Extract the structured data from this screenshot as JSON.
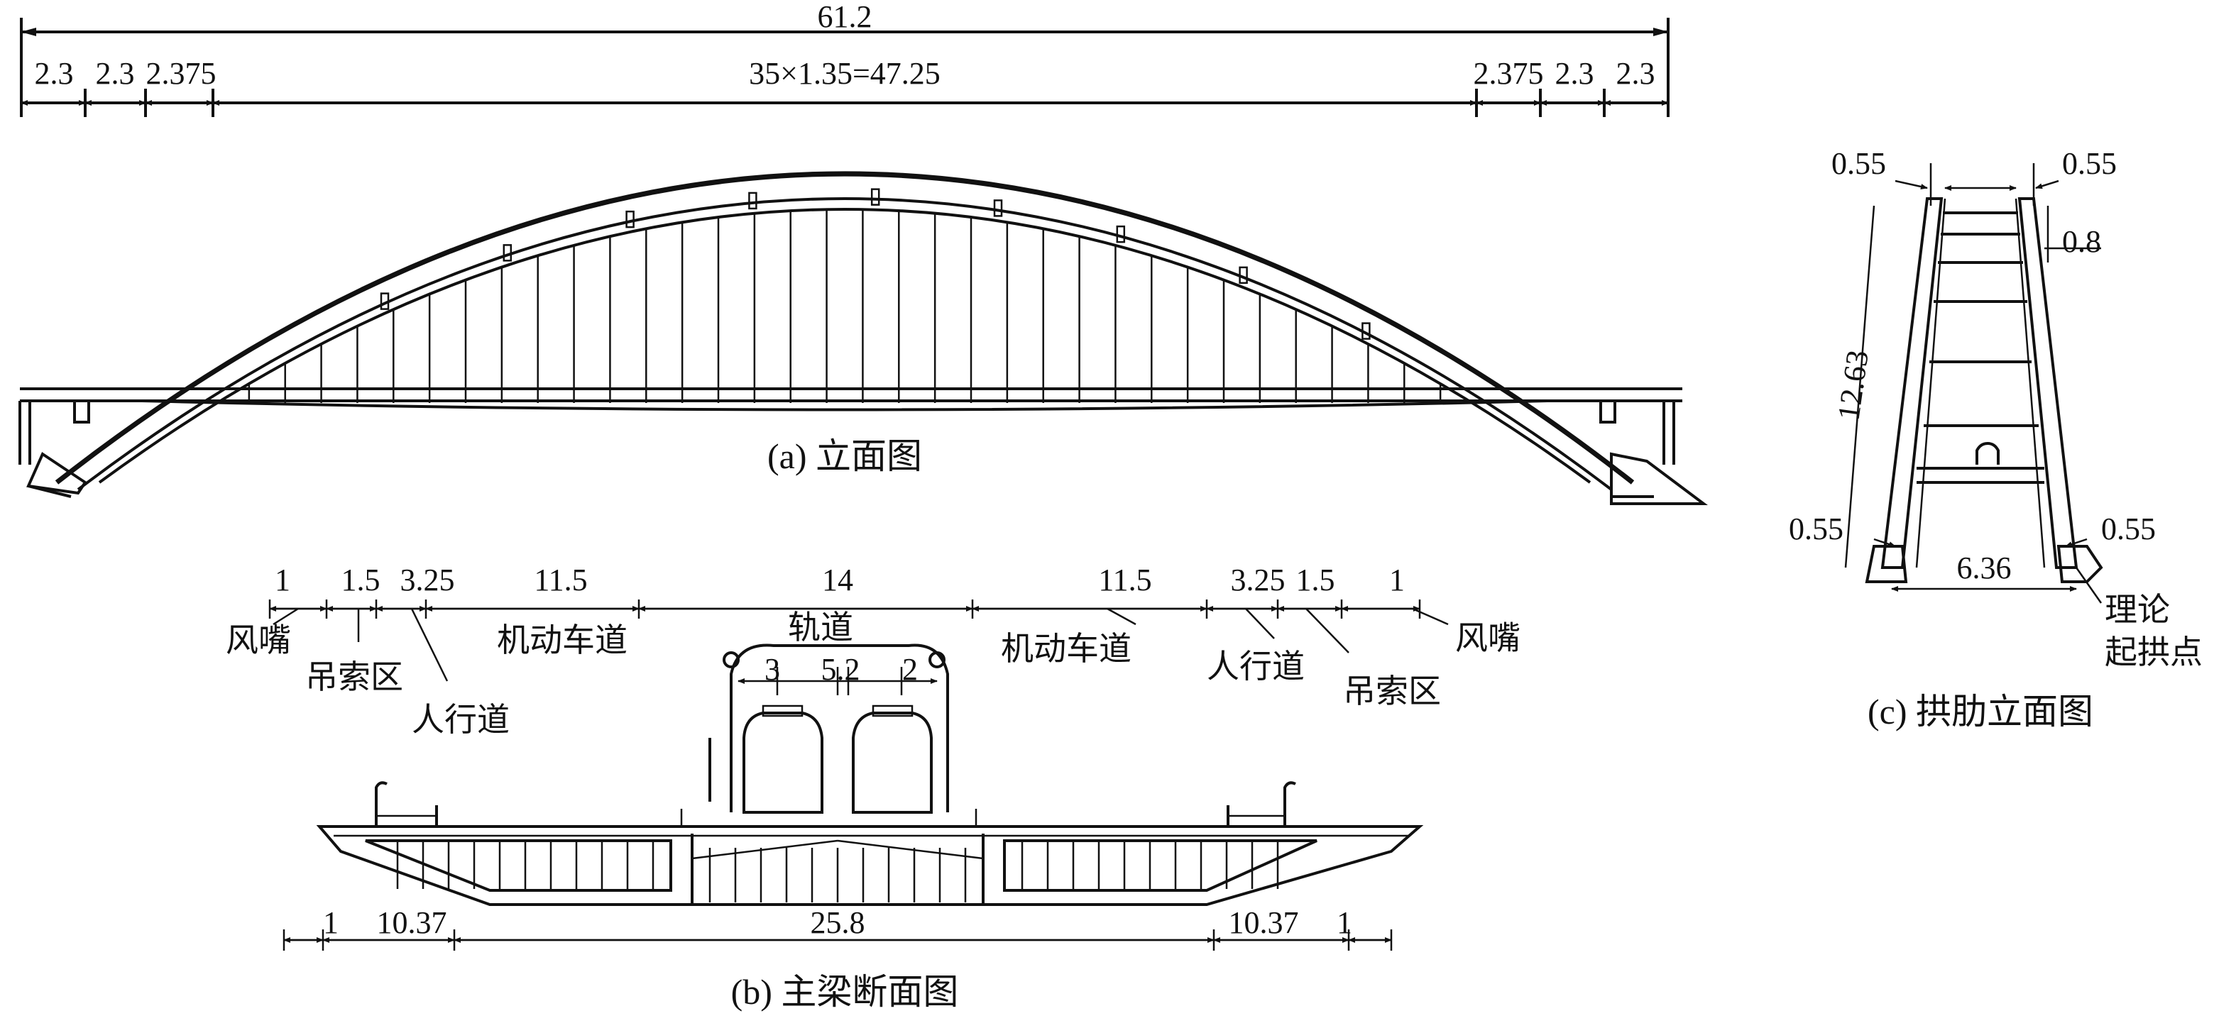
{
  "elevation": {
    "total_span": "61.2",
    "segments": [
      "2.3",
      "2.3",
      "2.375",
      "35×1.35=47.25",
      "2.375",
      "2.3",
      "2.3"
    ],
    "caption": "(a) 立面图"
  },
  "section": {
    "top_dims": [
      "1",
      "1.5",
      "3.25",
      "11.5",
      "14",
      "11.5",
      "3.25",
      "1.5",
      "1"
    ],
    "track_dims": [
      "3",
      "5.2",
      "2"
    ],
    "labels": {
      "left_nozzle": "风嘴",
      "left_hanger": "吊索区",
      "left_sidewalk": "人行道",
      "left_lane": "机动车道",
      "track": "轨道",
      "right_lane": "机动车道",
      "right_sidewalk": "人行道",
      "right_hanger": "吊索区",
      "right_nozzle": "风嘴"
    },
    "bottom_dims": [
      "1",
      "10.37",
      "25.8",
      "10.37",
      "1"
    ],
    "caption": "(b) 主梁断面图"
  },
  "rib": {
    "dims": {
      "top_left": "0.55",
      "top_right": "0.55",
      "side": "0.8",
      "height": "12.63",
      "bottom_left": "0.55",
      "bottom_right": "0.55",
      "base": "6.36"
    },
    "springing_label_1": "理论",
    "springing_label_2": "起拱点",
    "caption": "(c) 拱肋立面图"
  }
}
